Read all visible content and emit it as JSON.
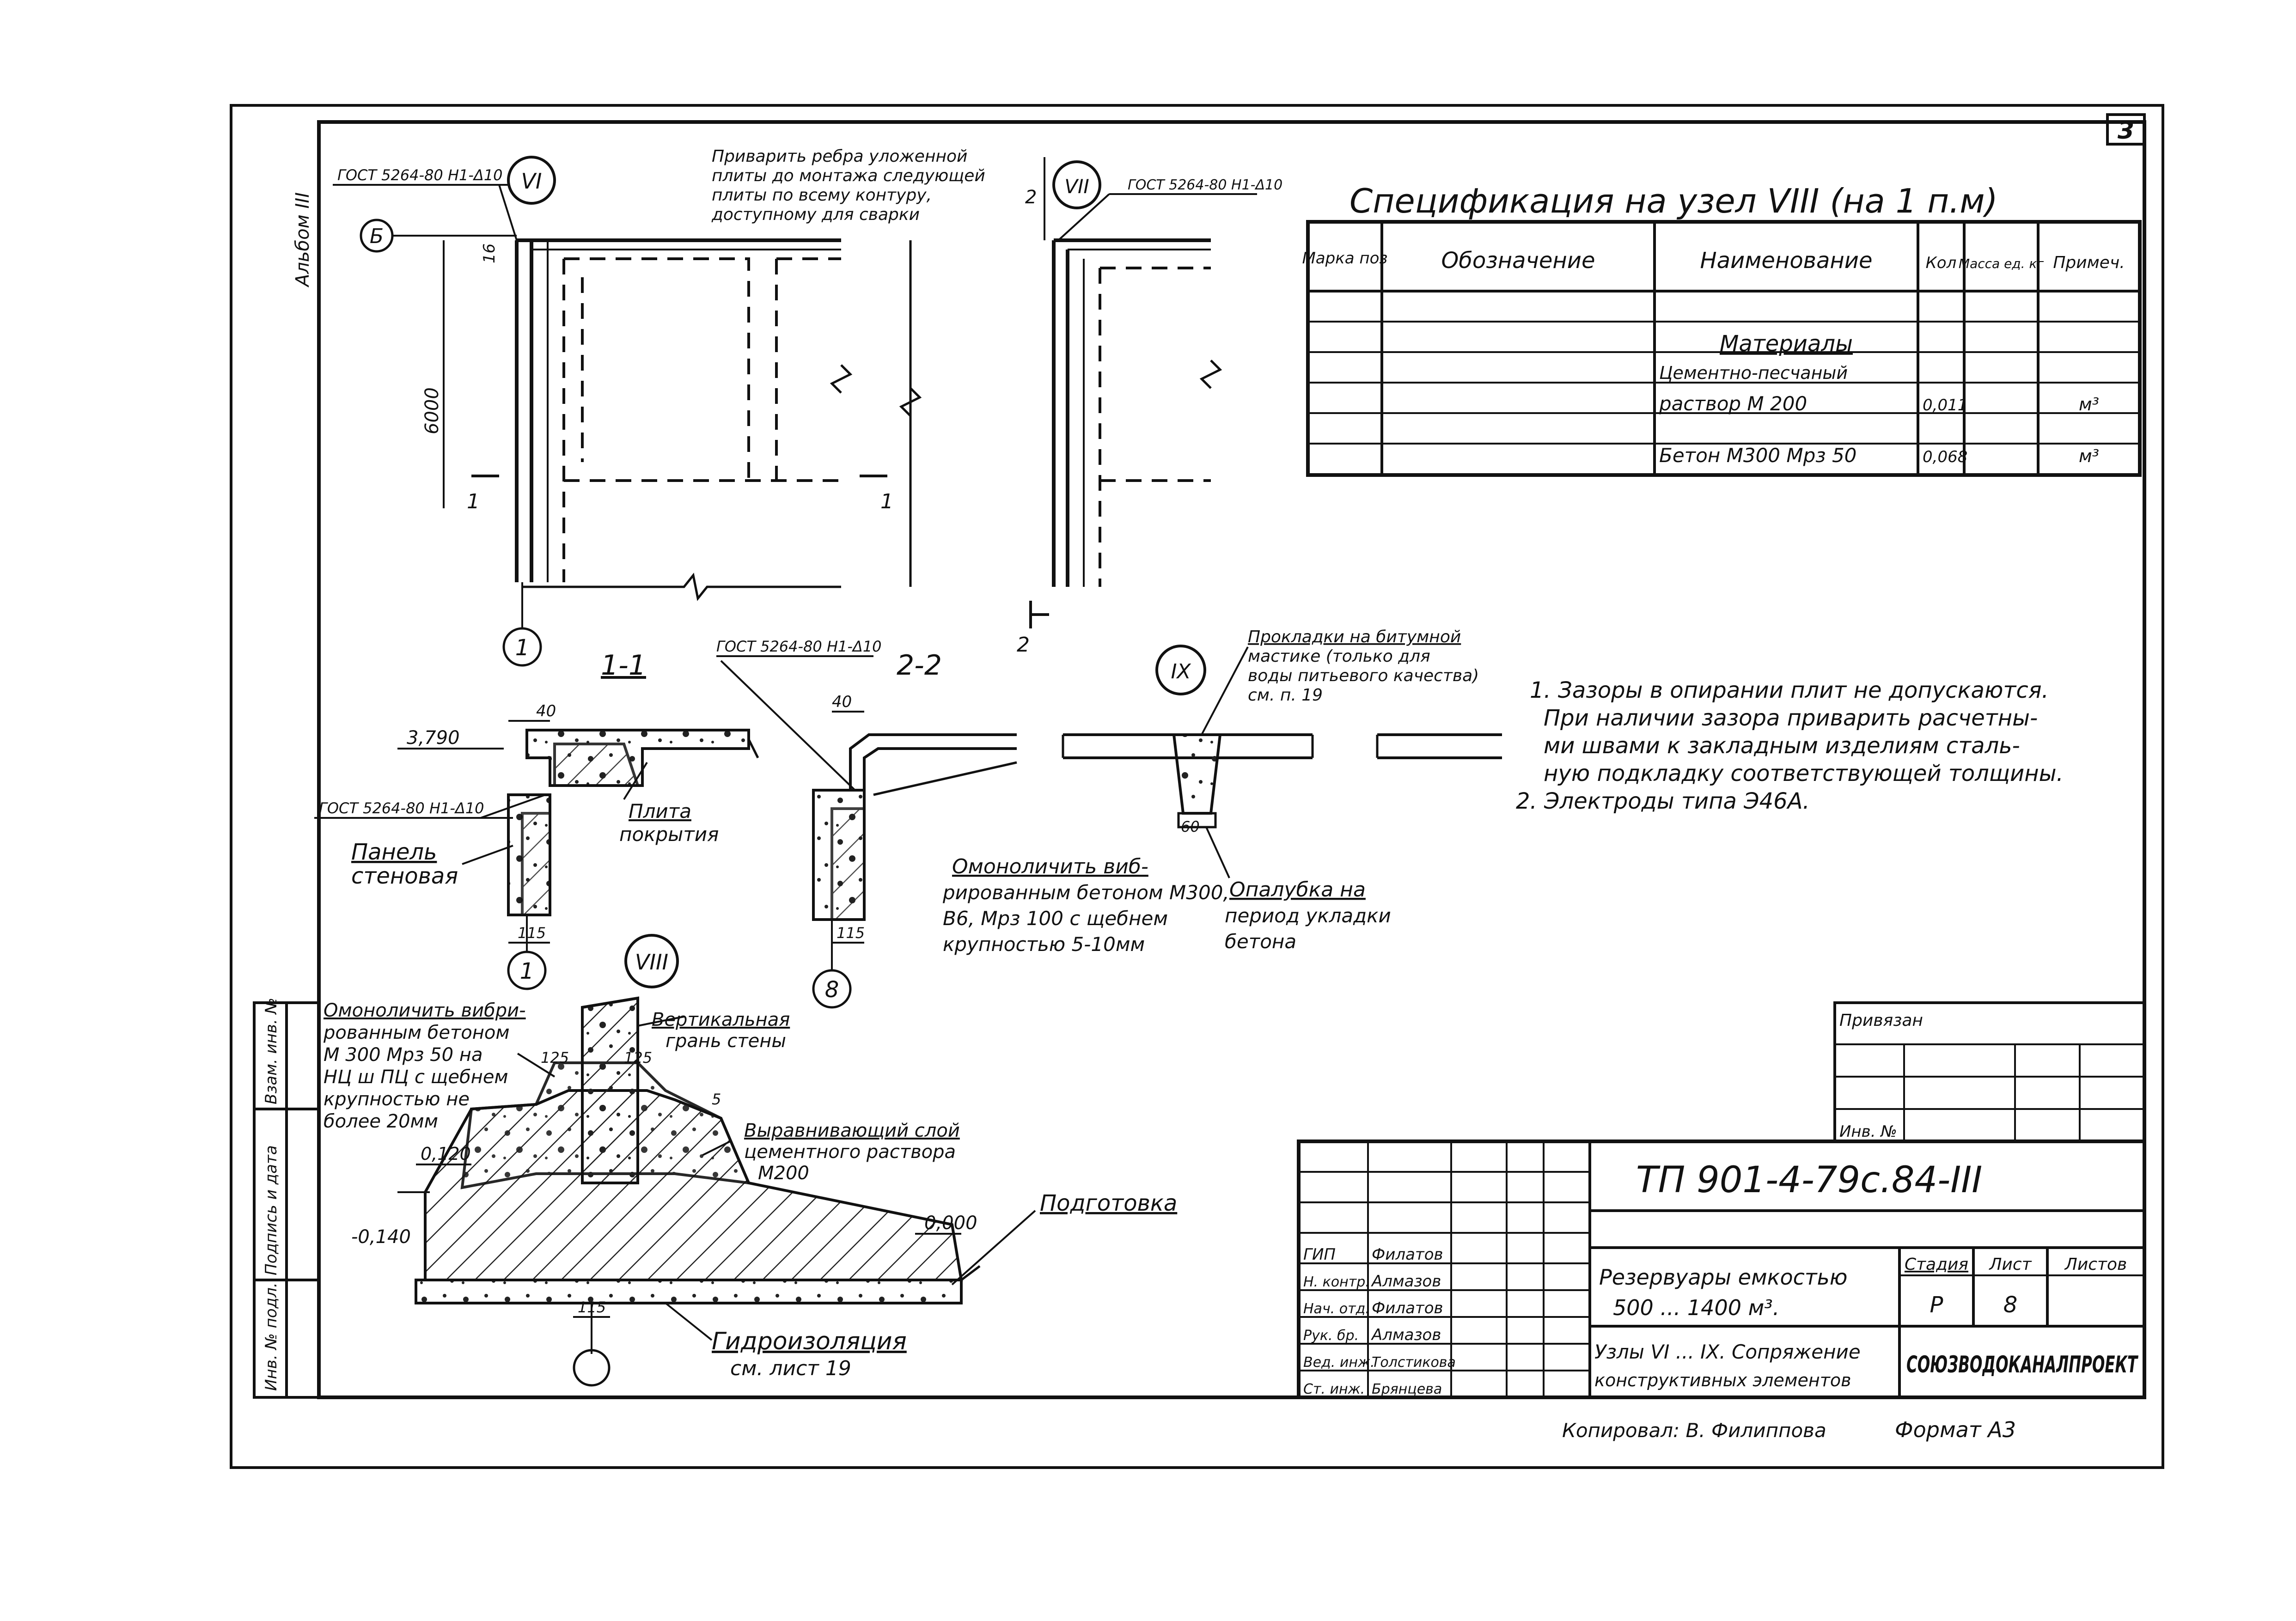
{
  "page_number": "3",
  "album": "Альбом III",
  "spec": {
    "title": "Спецификация на узел VIII (на 1 п.м)",
    "headers": [
      "Марка поз",
      "Обозначение",
      "Наименование",
      "Кол",
      "Масса ед. кг",
      "Примеч."
    ],
    "rows": [
      [
        "",
        "",
        "",
        "",
        "",
        ""
      ],
      [
        "",
        "",
        "",
        "",
        "",
        ""
      ],
      [
        "",
        "",
        "Материалы",
        "",
        "",
        ""
      ],
      [
        "",
        "",
        "Цементно-песчаный",
        "",
        "",
        ""
      ],
      [
        "",
        "",
        "раствор М 200",
        "0,011",
        "",
        "м³"
      ],
      [
        "",
        "",
        "Бетон М300 Мрз 50",
        "0,068",
        "",
        "м³"
      ]
    ]
  },
  "plan": {
    "axis_b": "Б",
    "axis_1": "1",
    "node_vi": "VI",
    "node_vii": "VII",
    "weld_note": "ГОСТ 5264-80 Н1-Δ10",
    "weld_note2": "ГОСТ 5264-80 Н1-Δ10",
    "dim_6000": "6000",
    "dim_16": "16",
    "mark_2": "2",
    "cut_1": "1",
    "cut_2": "2",
    "weld_instr": [
      "Приварить ребра уложенной",
      "плиты до монтажа следующей",
      "плиты по всему контуру,",
      "доступному для сварки"
    ]
  },
  "section_11": {
    "title": "1-1",
    "level": "3,790",
    "dim_40": "40",
    "weld": "ГОСТ 5264-80 Н1-Δ10",
    "slab": [
      "Плита",
      "покрытия"
    ],
    "panel": [
      "Панель",
      "стеновая"
    ],
    "dim_115": "115",
    "axis": "1"
  },
  "section_22": {
    "title": "2-2",
    "weld": "ГОСТ 5264-80 Н1-Δ10",
    "dim_40": "40",
    "dim_115": "115",
    "axis": "8",
    "monolith": [
      "Омоноличить виб-",
      "рированным бетоном М300,",
      "В6, Мрз 100 с щебнем",
      "крупностью 5-10мм"
    ]
  },
  "node_ix": {
    "label": "IX",
    "gasket": [
      "Прокладки на битумной",
      "мастике (только для",
      "воды питьевого качества)",
      "см. п. 19"
    ],
    "formwork": [
      "Опалубка на",
      "период укладки",
      "бетона"
    ],
    "dim_60": "60"
  },
  "notes": [
    "1. Зазоры в опирании плит не допускаются.",
    "При наличии зазора приварить расчетны-",
    "ми швами к закладным изделиям сталь-",
    "ную подкладку соответствующей толщины.",
    "2. Электроды типа Э46А."
  ],
  "node_viii": {
    "label": "VIII",
    "monolith": [
      "Омоноличить вибри-",
      "рованным бетоном",
      "М 300   Мрз 50 на",
      "НЦ ш ПЦ с щебнем",
      "крупностью не",
      "более 20мм"
    ],
    "vertical_face": [
      "Вертикальная",
      "грань стены"
    ],
    "leveling": [
      "Выравнивающий слой",
      "цементного раствора",
      "М200"
    ],
    "preparation": "Подготовка",
    "waterproofing": [
      "Гидроизоляция",
      "см. лист 19"
    ],
    "level_0120": "0,120",
    "level_m040": "-0,140",
    "level_0000": "0,000",
    "dim_125a": "125",
    "dim_125b": "125",
    "dim_115": "115",
    "dim_5": "5"
  },
  "side_stamp": [
    "Инв. № подл.",
    "Подпись и дата",
    "Взам. инв. №"
  ],
  "attached": {
    "label": "Привязан",
    "inv": "Инв. №"
  },
  "title_block": {
    "code": "ТП 901-4-79с.84-III",
    "roles": [
      "ГИП",
      "Н. контр.",
      "Нач. отд.",
      "Рук. бр.",
      "Вед. инж.",
      "Ст. инж."
    ],
    "names": [
      "Филатов",
      "Алмазов",
      "Филатов",
      "Алмазов",
      "Толстикова",
      "Брянцева"
    ],
    "project": [
      "Резервуары емкостью",
      "500 ... 1400 м³."
    ],
    "subject": [
      "Узлы VI ... IX. Сопряжение",
      "конструктивных элементов"
    ],
    "stage_header": "Стадия",
    "sheet_header": "Лист",
    "sheets_header": "Листов",
    "stage": "Р",
    "sheet": "8",
    "org": "СОЮЗВОДОКАНАЛПРОЕКТ"
  },
  "copied": "Копировал: В. Филиппова",
  "format": "Формат А3"
}
